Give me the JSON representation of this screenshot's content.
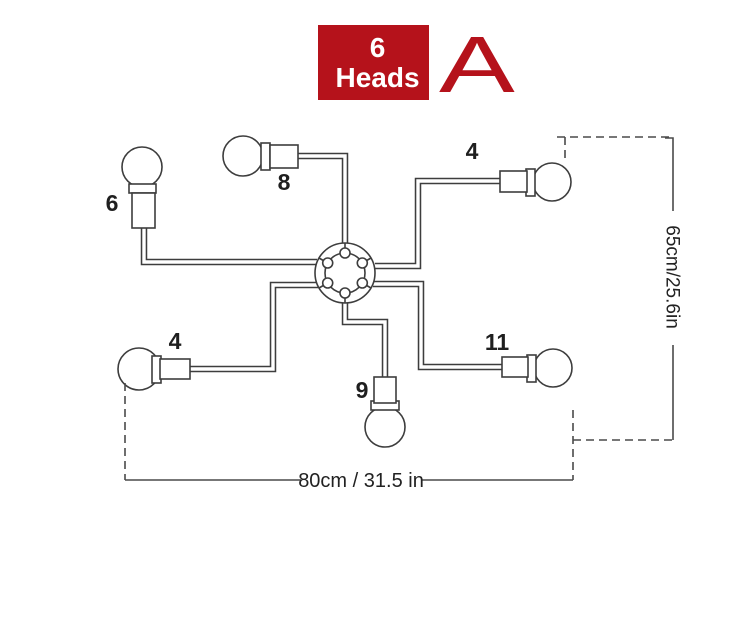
{
  "badge": {
    "count": "6",
    "unit": "Heads",
    "variant": "A"
  },
  "colors": {
    "accent_red": "#b5121b",
    "line": "#3d3d3d",
    "text": "#1f1f1f"
  },
  "labels": {
    "arm_top_left": "6",
    "arm_top": "8",
    "arm_top_right": "4",
    "arm_bottom_left": "4",
    "arm_bottom": "9",
    "arm_bottom_right": "11"
  },
  "dimensions": {
    "width_label": "80cm / 31.5 in",
    "height_label": "65cm/25.6in"
  }
}
